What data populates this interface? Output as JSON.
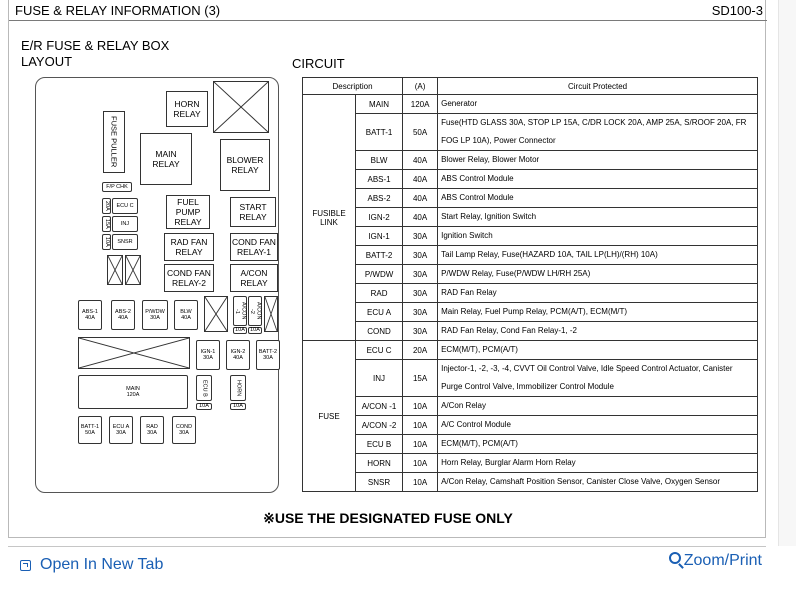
{
  "header": {
    "title": "FUSE & RELAY INFORMATION (3)",
    "code": "SD100-3"
  },
  "section": {
    "box_title": "E/R FUSE & RELAY BOX",
    "layout_label": "LAYOUT",
    "circuit_label": "CIRCUIT"
  },
  "layout": {
    "horn_relay": "HORN\nRELAY",
    "fuse_puller": "FUSE PULLER",
    "main_relay": "MAIN\nRELAY",
    "blower_relay": "BLOWER\nRELAY",
    "fp_chk": "F/P CHK",
    "ecu_c_label": "ECU C",
    "inj_label": "INJ",
    "snsr_label": "SNSR",
    "ecu_c_amp": "20A",
    "inj_amp": "15A",
    "snsr_amp": "10A",
    "fuel_pump_relay": "FUEL\nPUMP\nRELAY",
    "start_relay": "START\nRELAY",
    "rad_fan_relay": "RAD FAN\nRELAY",
    "cond_fan_relay_1": "COND FAN\nRELAY-1",
    "cond_fan_relay_2": "COND FAN\nRELAY-2",
    "acon_relay": "A/CON\nRELAY",
    "abs1": "ABS-1\n40A",
    "abs2": "ABS-2\n40A",
    "pwdw": "P/WDW\n30A",
    "blw": "BLW\n40A",
    "acon1": "A/CON\n-1",
    "acon2": "A/CON\n-2",
    "acon1_amp": "10A",
    "acon2_amp": "10A",
    "ign1": "IGN-1\n30A",
    "ign2": "IGN-2\n40A",
    "batt2": "BATT-2\n30A",
    "main": "MAIN\n120A",
    "ecu_b": "ECU B",
    "horn": "HORN",
    "ecu_b_amp": "10A",
    "horn_amp": "10A",
    "batt1": "BATT-1\n50A",
    "ecua": "ECU A\n30A",
    "rad": "RAD\n30A",
    "cond": "COND\n30A"
  },
  "table": {
    "headers": {
      "description": "Description",
      "amp": "(A)",
      "circuit": "Circuit Protected"
    },
    "groups": [
      {
        "name": "FUSIBLE\nLINK",
        "rows": [
          {
            "name": "MAIN",
            "amp": "120A",
            "circuit": "Generator"
          },
          {
            "name": "BATT-1",
            "amp": "50A",
            "circuit": "Fuse(HTD GLASS 30A, STOP LP 15A, C/DR LOCK 20A, AMP 25A, S/ROOF 20A, FR FOG LP 10A), Power Connector",
            "tall": true
          },
          {
            "name": "BLW",
            "amp": "40A",
            "circuit": "Blower Relay, Blower Motor"
          },
          {
            "name": "ABS-1",
            "amp": "40A",
            "circuit": "ABS Control Module"
          },
          {
            "name": "ABS-2",
            "amp": "40A",
            "circuit": "ABS Control Module"
          },
          {
            "name": "IGN-2",
            "amp": "40A",
            "circuit": "Start Relay, Ignition Switch"
          },
          {
            "name": "IGN-1",
            "amp": "30A",
            "circuit": "Ignition Switch"
          },
          {
            "name": "BATT-2",
            "amp": "30A",
            "circuit": "Tail Lamp Relay, Fuse(HAZARD 10A, TAIL LP(LH)/(RH) 10A)"
          },
          {
            "name": "P/WDW",
            "amp": "30A",
            "circuit": "P/WDW Relay, Fuse(P/WDW LH/RH 25A)"
          },
          {
            "name": "RAD",
            "amp": "30A",
            "circuit": "RAD Fan Relay"
          },
          {
            "name": "ECU A",
            "amp": "30A",
            "circuit": "Main Relay, Fuel Pump Relay, PCM(A/T), ECM(M/T)"
          },
          {
            "name": "COND",
            "amp": "30A",
            "circuit": "RAD Fan Relay, Cond Fan Relay-1, -2"
          }
        ]
      },
      {
        "name": "FUSE",
        "rows": [
          {
            "name": "ECU C",
            "amp": "20A",
            "circuit": "ECM(M/T), PCM(A/T)"
          },
          {
            "name": "INJ",
            "amp": "15A",
            "circuit": "Injector-1, -2, -3, -4, CVVT Oil Control Valve, Idle Speed Control Actuator, Canister Purge Control Valve, Immobilizer Control Module",
            "tall": true
          },
          {
            "name": "A/CON -1",
            "amp": "10A",
            "circuit": "A/Con Relay"
          },
          {
            "name": "A/CON -2",
            "amp": "10A",
            "circuit": "A/C Control Module"
          },
          {
            "name": "ECU B",
            "amp": "10A",
            "circuit": "ECM(M/T), PCM(A/T)"
          },
          {
            "name": "HORN",
            "amp": "10A",
            "circuit": "Horn Relay, Burglar Alarm Horn Relay"
          },
          {
            "name": "SNSR",
            "amp": "10A",
            "circuit": "A/Con Relay, Camshaft Position Sensor, Canister Close Valve, Oxygen Sensor"
          }
        ]
      }
    ]
  },
  "note": "※USE THE DESIGNATED FUSE ONLY",
  "footer": {
    "open_tab": "Open In New Tab",
    "zoom_print": "Zoom/Print"
  },
  "colors": {
    "link": "#1a5fb4"
  }
}
